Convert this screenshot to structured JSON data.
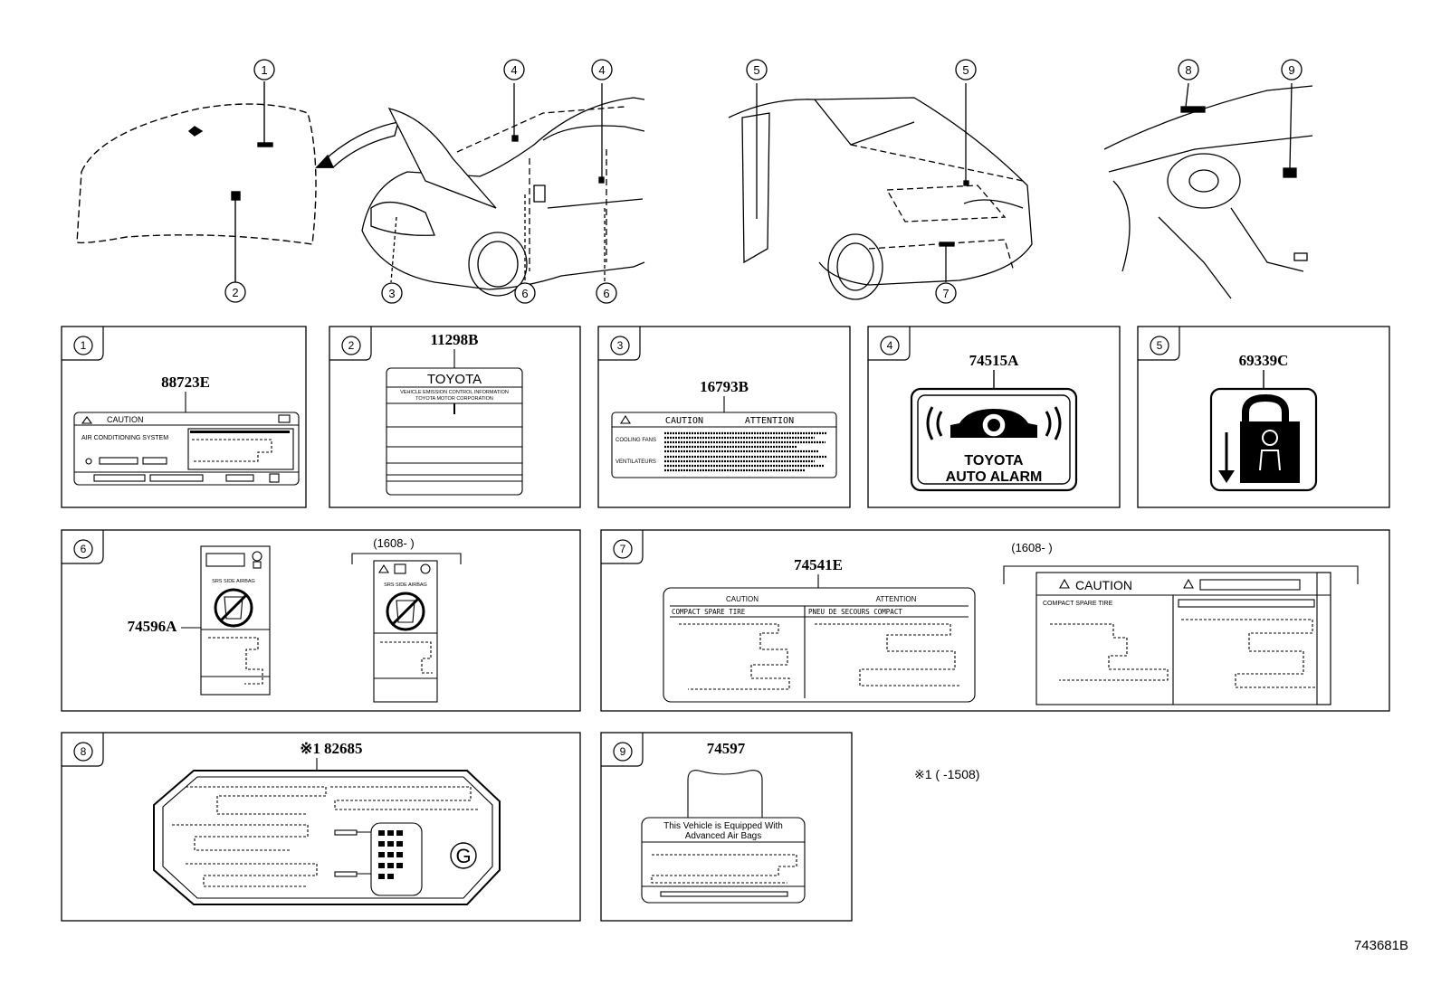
{
  "callouts": [
    "1",
    "2",
    "3",
    "4",
    "5",
    "6",
    "7",
    "8",
    "9"
  ],
  "panels": {
    "p1": {
      "num": "1",
      "part": "88723E",
      "caution": "CAUTION",
      "system": "AIR CONDITIONING SYSTEM"
    },
    "p2": {
      "num": "2",
      "part": "11298B",
      "brand": "TOYOTA",
      "line1": "VEHICLE EMISSION CONTROL INFORMATION",
      "line2": "TOYOTA MOTOR CORPORATION"
    },
    "p3": {
      "num": "3",
      "part": "16793B",
      "header_left": "CAUTION",
      "header_right": "ATTENTION",
      "row1": "COOLING FANS",
      "row2": "VENTILATEURS"
    },
    "p4": {
      "num": "4",
      "part": "74515A",
      "line1": "TOYOTA",
      "line2": "AUTO ALARM"
    },
    "p5": {
      "num": "5",
      "part": "69339C"
    },
    "p6": {
      "num": "6",
      "part": "74596A",
      "range": "(1608-      )",
      "srs_a": "SRS SIDE AIRBAG",
      "srs_b": "SRS SIDE AIRBAG"
    },
    "p7": {
      "num": "7",
      "part": "74541E",
      "range": "(1608-      )",
      "caution": "CAUTION",
      "attention": "ATTENTION",
      "spare_en": "COMPACT SPARE TIRE",
      "spare_fr": "PNEU DE SECOURS COMPACT",
      "caution_b": "CAUTION",
      "spare_b": "COMPACT SPARE TIRE"
    },
    "p8": {
      "num": "8",
      "part": "82685",
      "mark": "※1",
      "g": "G"
    },
    "p9": {
      "num": "9",
      "part": "74597",
      "line1": "This Vehicle is Equipped With",
      "line2": "Advanced  Air  Bags"
    }
  },
  "footnote": "※1 (      -1508)",
  "drawing_id": "743681B"
}
